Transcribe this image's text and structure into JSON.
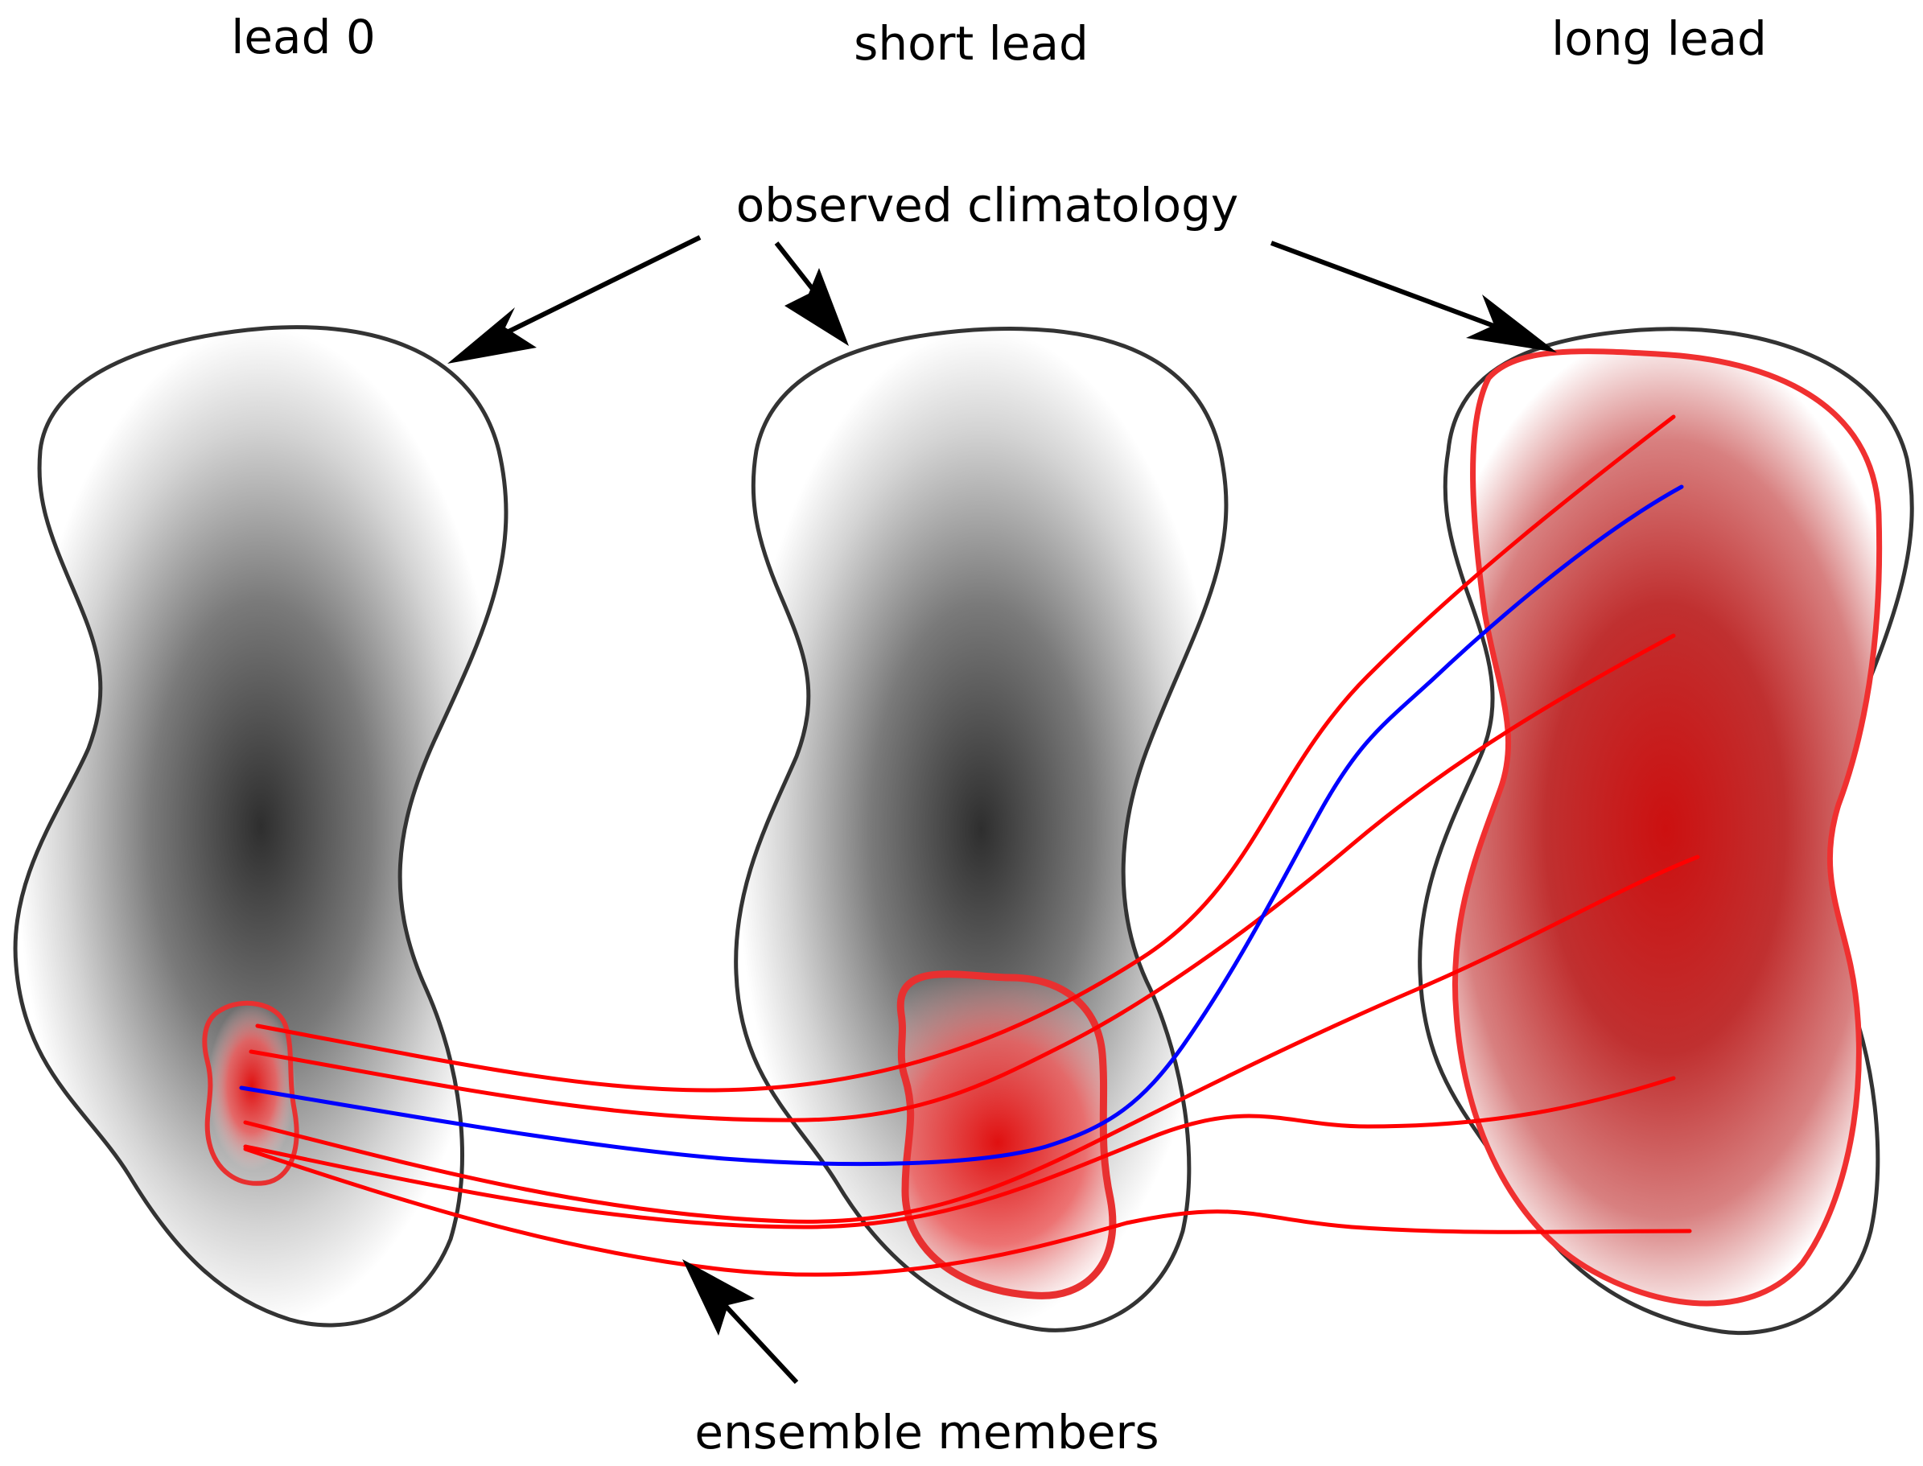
{
  "headers": {
    "lead0": "lead 0",
    "short": "short lead",
    "long": "long lead"
  },
  "annotations": {
    "observed": "observed climatology",
    "ensemble": "ensemble members"
  },
  "colors": {
    "climatology_outline": "#333333",
    "climatology_core": "#404040",
    "ensemble_member": "#ff0000",
    "highlight_member": "#0000ff",
    "spread_outline": "#f03030",
    "spread_core": "#cc1010",
    "arrow": "#000000"
  }
}
